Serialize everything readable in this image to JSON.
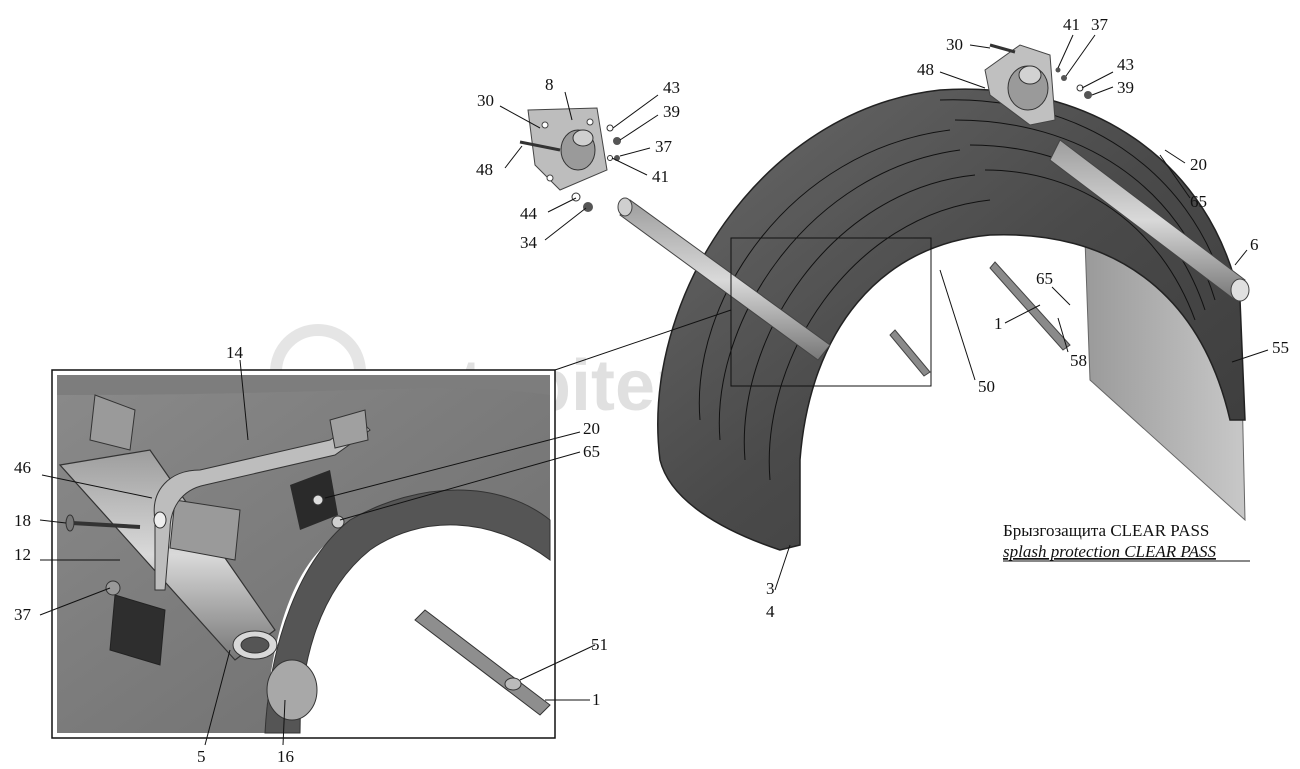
{
  "watermark": "autopiter.ru",
  "caption": {
    "line1": "Брызгозащита CLEAR PASS",
    "line2": "splash protection CLEAR PASS"
  },
  "callouts": {
    "c30a": "30",
    "c8": "8",
    "c43a": "43",
    "c39a": "39",
    "c37a": "37",
    "c41a": "41",
    "c48a": "48",
    "c44": "44",
    "c34": "34",
    "c30b": "30",
    "c41b": "41",
    "c37b": "37",
    "c48b": "48",
    "c43b": "43",
    "c39b": "39",
    "c20a": "20",
    "c65a": "65",
    "c6": "6",
    "c65b": "65",
    "c1a": "1",
    "c58": "58",
    "c55": "55",
    "c50": "50",
    "c3": "3",
    "c4": "4",
    "c14": "14",
    "c20b": "20",
    "c65c": "65",
    "c46": "46",
    "c18": "18",
    "c12": "12",
    "c37c": "37",
    "c51": "51",
    "c1b": "1",
    "c5": "5",
    "c16": "16"
  }
}
